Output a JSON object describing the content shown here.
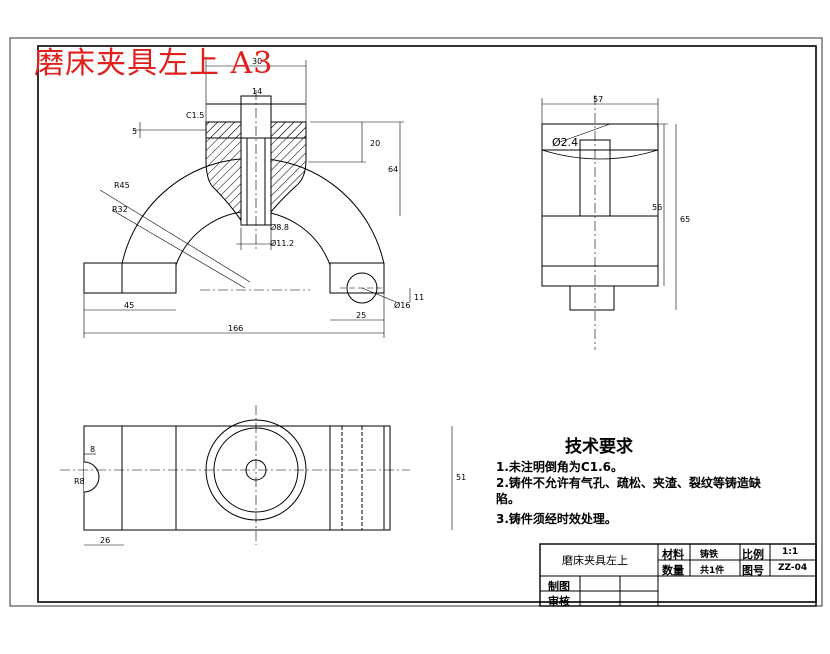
{
  "title": "磨床夹具左上 A3",
  "front_view": {
    "dims": {
      "top_width": "30",
      "hole_width": "14",
      "chamfer": "C1.5",
      "left_small": "5",
      "boss_height": "20",
      "total_height": "64",
      "r_outer": "R45",
      "r_inner": "R32",
      "hole_d1": "Ø8.8",
      "hole_d2": "Ø11.2",
      "foot_height": "11",
      "hole_16": "Ø16",
      "left_offset": "45",
      "right_offset": "25",
      "total_length": "166"
    }
  },
  "side_view": {
    "dims": {
      "top_width": "57",
      "hole_d": "Ø2.4",
      "height": "56",
      "total_height": "65"
    }
  },
  "top_view": {
    "dims": {
      "small": "8",
      "radius": "R8",
      "left_offset": "26",
      "width": "51"
    }
  },
  "tech_requirements": {
    "title": "技术要求",
    "items": [
      "1.未注明倒角为C1.6。",
      "2.铸件不允许有气孔、疏松、夹渣、裂纹等铸造缺",
      "陷。",
      "3.铸件须经时效处理。"
    ]
  },
  "title_block": {
    "part_name": "磨床夹具左上",
    "material_label": "材料",
    "material_value": "铸铁",
    "scale_label": "比例",
    "scale_value": "1:1",
    "quantity_label": "数量",
    "quantity_value": "共1件",
    "drawing_no_label": "图号",
    "drawing_no_value": "ZZ-04",
    "drawn_label": "制图",
    "checked_label": "审核"
  }
}
